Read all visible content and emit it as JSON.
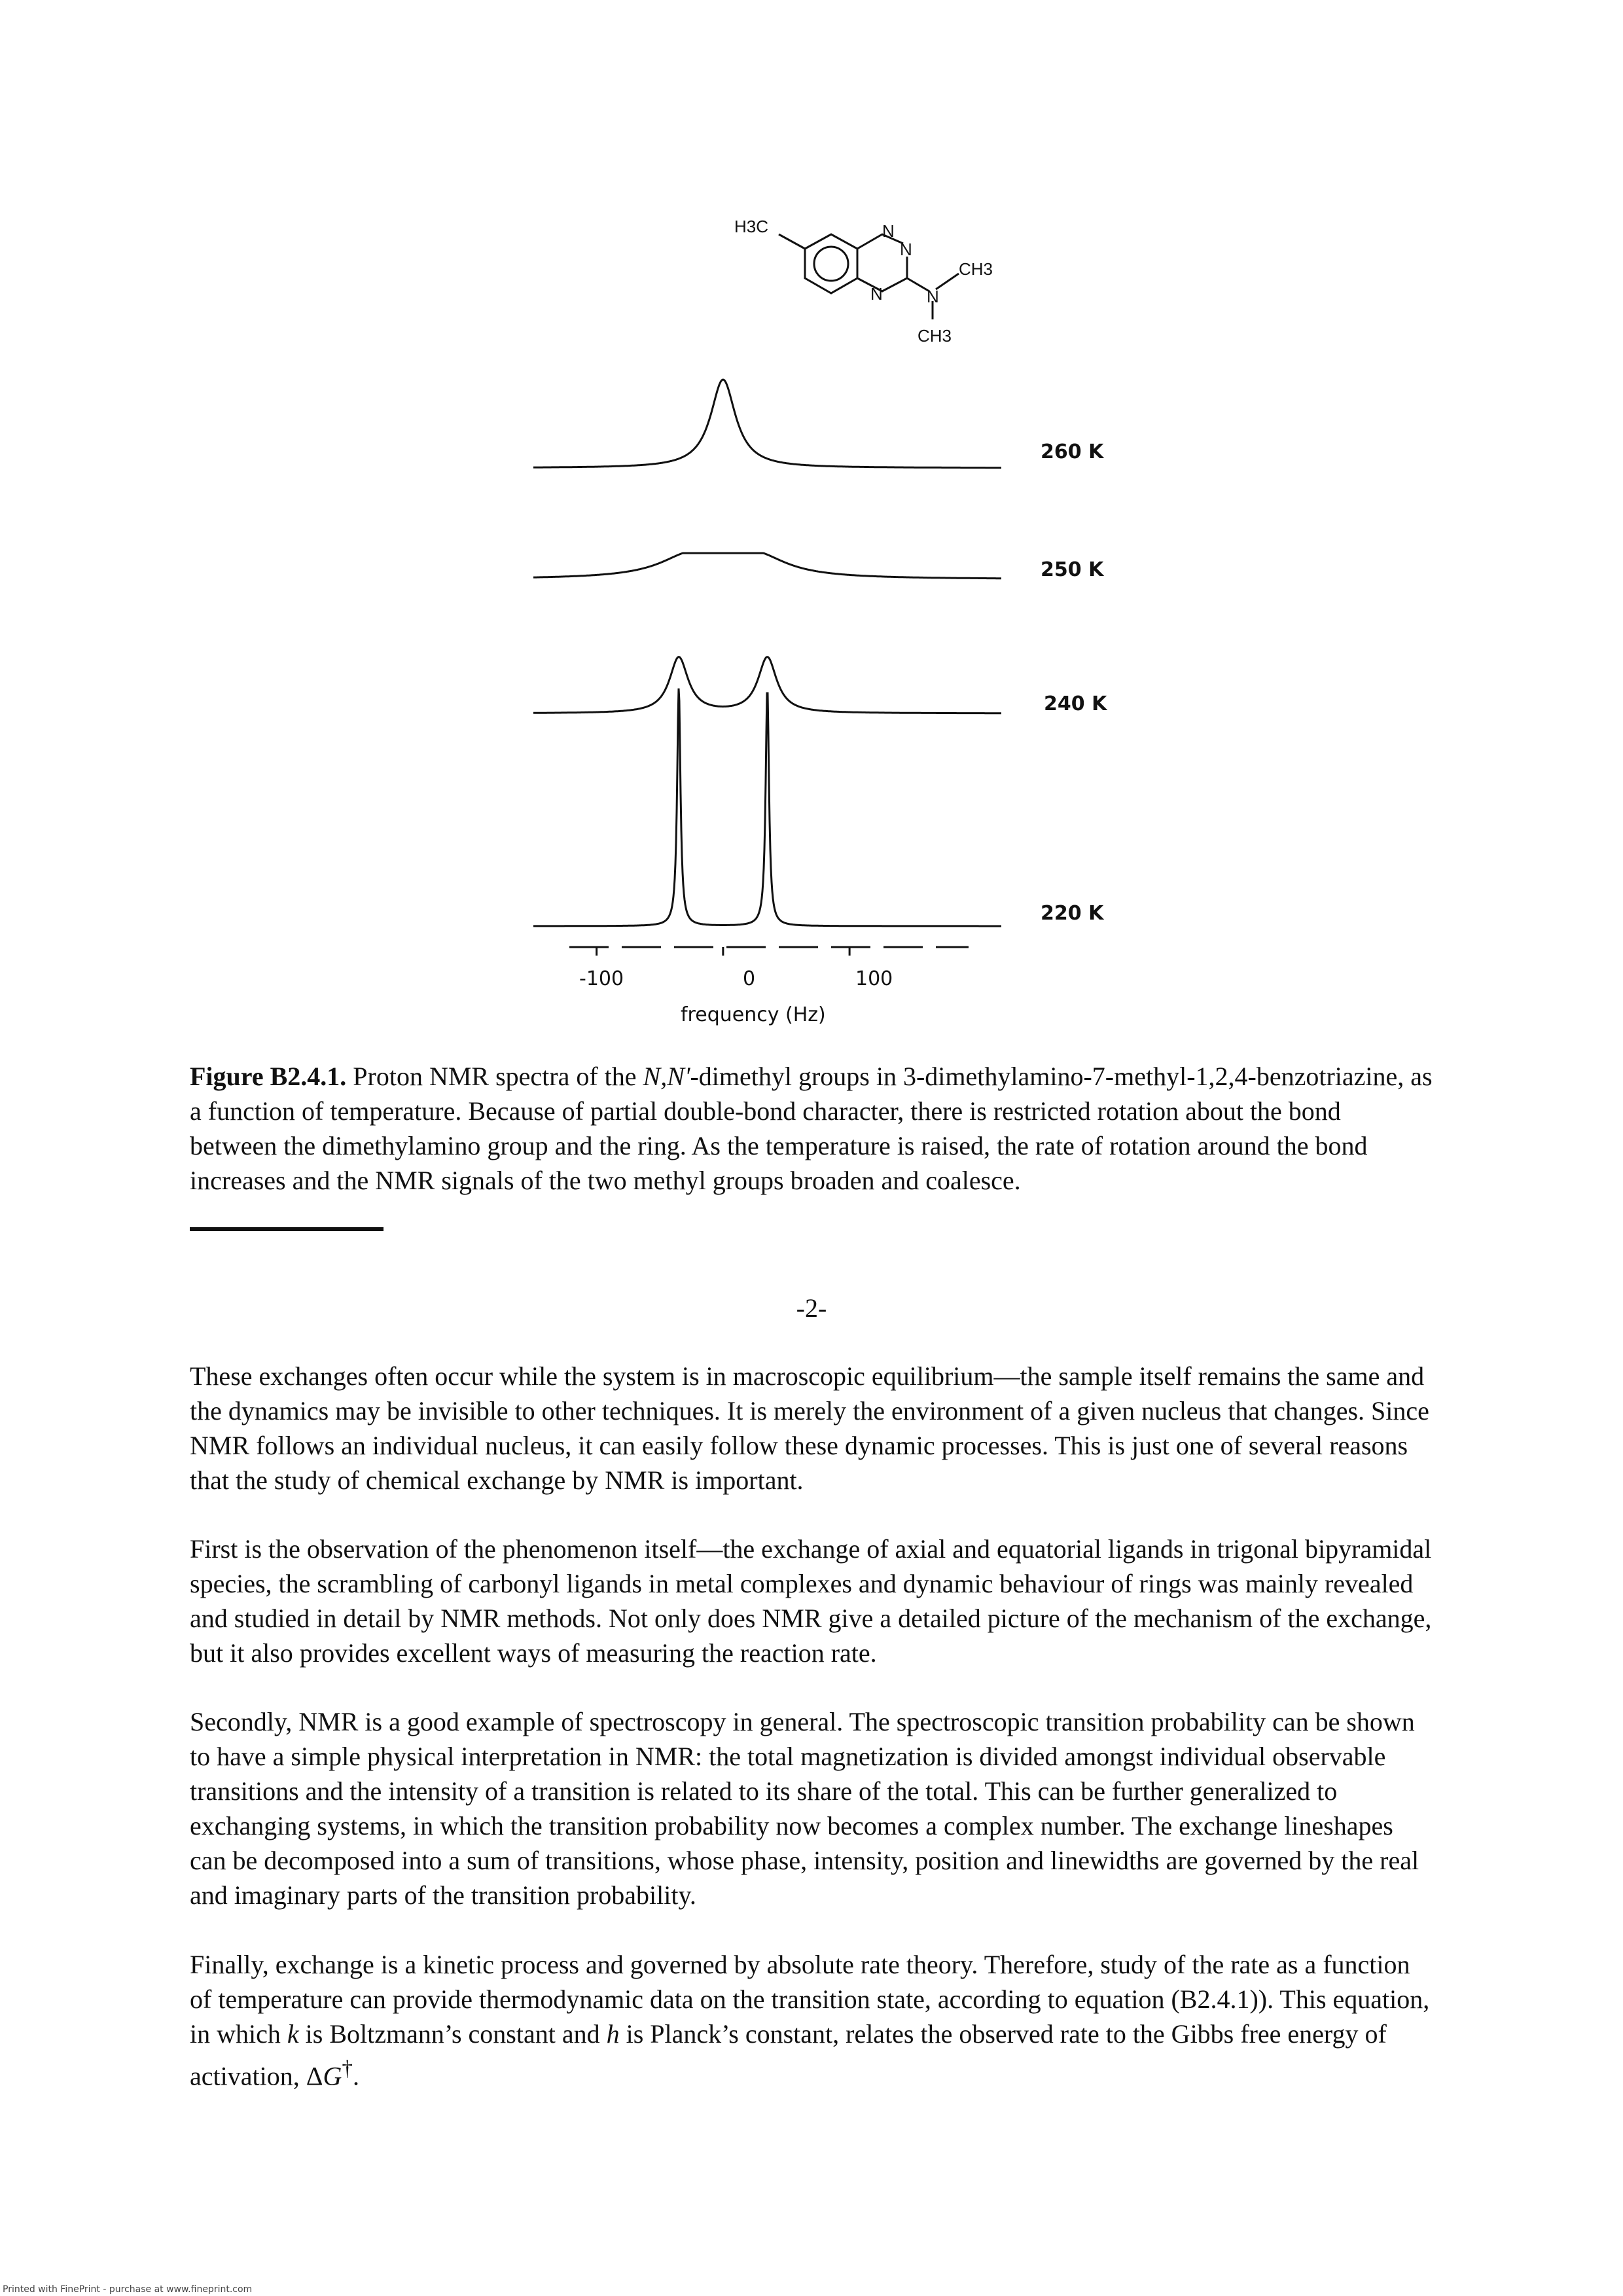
{
  "molecule": {
    "atoms": [
      "H3C",
      "N",
      "N",
      "N",
      "N",
      "CH3",
      "CH3"
    ]
  },
  "chart_data": {
    "type": "line",
    "series": [
      {
        "name": "260 K",
        "description": "single averaged peak",
        "peaks_hz": [
          0
        ]
      },
      {
        "name": "250 K",
        "description": "broad near-coalescence",
        "peaks_hz": [
          -25,
          25
        ]
      },
      {
        "name": "240 K",
        "description": "two broadened peaks",
        "peaks_hz": [
          -35,
          35
        ]
      },
      {
        "name": "220 K",
        "description": "two sharp peaks",
        "peaks_hz": [
          -35,
          35
        ]
      }
    ],
    "x_ticks": [
      "-100",
      "0",
      "100"
    ],
    "xlabel": "frequency (Hz)",
    "xlim": [
      -150,
      220
    ]
  },
  "caption": {
    "label": "Figure B2.4.1.",
    "text_a": " Proton NMR spectra of the ",
    "italic": "N,N'",
    "text_b": "-dimethyl groups in 3-dimethylamino-7-methyl-1,2,4-benzotriazine, as a function of temperature. Because of partial double-bond character, there is restricted rotation about the bond between the dimethylamino group and the ring. As the temperature is raised, the rate of rotation around the bond increases and the NMR signals of the two methyl groups broaden and coalesce."
  },
  "page_number": "-2-",
  "paragraphs": {
    "p1": "These exchanges often occur while the system is in macroscopic equilibrium—the sample itself remains the same and the dynamics may be invisible to other techniques. It is merely the environment of a given nucleus that changes. Since NMR follows an individual nucleus, it can easily follow these dynamic processes. This is just one of several reasons that the study of chemical exchange by NMR is important.",
    "p2": "First is the observation of the phenomenon itself—the exchange of axial and equatorial ligands in trigonal bipyramidal species, the scrambling of carbonyl ligands in metal complexes and dynamic behaviour of rings was mainly revealed and studied in detail by NMR methods. Not only does NMR give a detailed picture of the mechanism of the exchange, but it also provides excellent ways of measuring the reaction rate.",
    "p3": "Secondly, NMR is a good example of spectroscopy in general. The spectroscopic transition probability can be shown to have a simple physical interpretation in NMR: the total magnetization is divided amongst individual observable transitions and the intensity of a transition is related to its share of the total. This can be further generalized to exchanging systems, in which the transition probability now becomes a complex number. The exchange lineshapes can be decomposed into a sum of transitions, whose phase, intensity, position and linewidths are governed by the real and imaginary parts of the transition probability.",
    "p4_a": "Finally, exchange is a kinetic process and governed by absolute rate theory. Therefore, study of the rate as a function of temperature can provide thermodynamic data on the transition state, according to equation (B2.4.1)). This equation, in which ",
    "p4_k": "k",
    "p4_b": " is Boltzmann’s constant and ",
    "p4_h": "h",
    "p4_c": " is Planck’s constant, relates the observed rate to the Gibbs free energy of activation, Δ",
    "p4_G": "G",
    "p4_dagger": "†",
    "p4_end": "."
  },
  "footer": "Printed with FinePrint - purchase at www.fineprint.com"
}
